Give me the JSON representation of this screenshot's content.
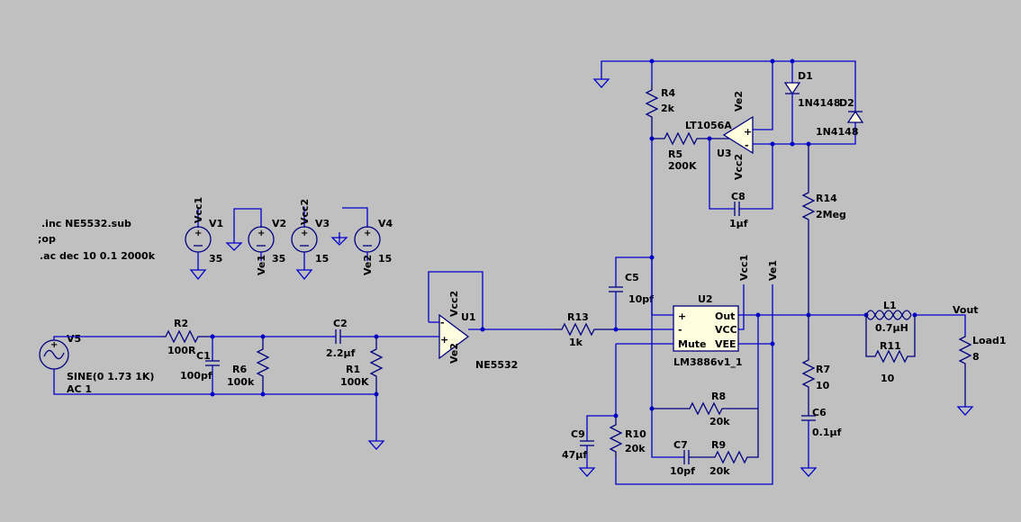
{
  "directives": [
    ".inc NE5532.sub",
    ";op",
    ".ac dec 10 0.1 2000k"
  ],
  "sources": {
    "V1": {
      "ref": "V1",
      "value": "35",
      "net": "Vcc1"
    },
    "V2": {
      "ref": "V2",
      "value": "35",
      "net": "Ve1"
    },
    "V3": {
      "ref": "V3",
      "value": "15",
      "net": "Vcc2"
    },
    "V4": {
      "ref": "V4",
      "value": "15",
      "net": "Ve2"
    },
    "V5": {
      "ref": "V5",
      "value1": "SINE(0 1.73 1K)",
      "value2": "AC 1"
    }
  },
  "resistors": {
    "R1": {
      "ref": "R1",
      "value": "100K"
    },
    "R2": {
      "ref": "R2",
      "value": "100R"
    },
    "R4": {
      "ref": "R4",
      "value": "2k"
    },
    "R5": {
      "ref": "R5",
      "value": "200K"
    },
    "R6": {
      "ref": "R6",
      "value": "100k"
    },
    "R7": {
      "ref": "R7",
      "value": "10"
    },
    "R8": {
      "ref": "R8",
      "value": "20k"
    },
    "R9": {
      "ref": "R9",
      "value": "20k"
    },
    "R10": {
      "ref": "R10",
      "value": "20k"
    },
    "R11": {
      "ref": "R11",
      "value": "10"
    },
    "R13": {
      "ref": "R13",
      "value": "1k"
    },
    "R14": {
      "ref": "R14",
      "value": "2Meg"
    },
    "Load1": {
      "ref": "Load1",
      "value": "8"
    }
  },
  "capacitors": {
    "C1": {
      "ref": "C1",
      "value": "100pf"
    },
    "C2": {
      "ref": "C2",
      "value": "2.2µf"
    },
    "C5": {
      "ref": "C5",
      "value": "10pf"
    },
    "C6": {
      "ref": "C6",
      "value": "0.1µf"
    },
    "C7": {
      "ref": "C7",
      "value": "10pf"
    },
    "C8": {
      "ref": "C8",
      "value": "1µf"
    },
    "C9": {
      "ref": "C9",
      "value": "47µf"
    }
  },
  "inductors": {
    "L1": {
      "ref": "L1",
      "value": "0.7µH"
    }
  },
  "diodes": {
    "D1": {
      "ref": "D1",
      "value": "1N4148"
    },
    "D2": {
      "ref": "D2",
      "value": "1N4148"
    }
  },
  "ics": {
    "U1": {
      "ref": "U1",
      "model": "NE5532",
      "pos_supply": "Vcc2",
      "neg_supply": "Ve2"
    },
    "U2": {
      "ref": "U2",
      "model": "LM3886v1_1",
      "pins": {
        "plus": "+",
        "minus": "-",
        "mute": "Mute",
        "out": "Out",
        "vcc": "VCC",
        "vee": "VEE"
      }
    },
    "U3": {
      "ref": "U3",
      "model": "LT1056A",
      "pos_supply": "Ve2",
      "neg_supply": "Vcc2"
    }
  },
  "net_labels": {
    "vout": "Vout",
    "vcc1": "Vcc1",
    "ve1": "Ve1"
  },
  "opamp_signs": {
    "plus": "+",
    "minus": "-"
  }
}
